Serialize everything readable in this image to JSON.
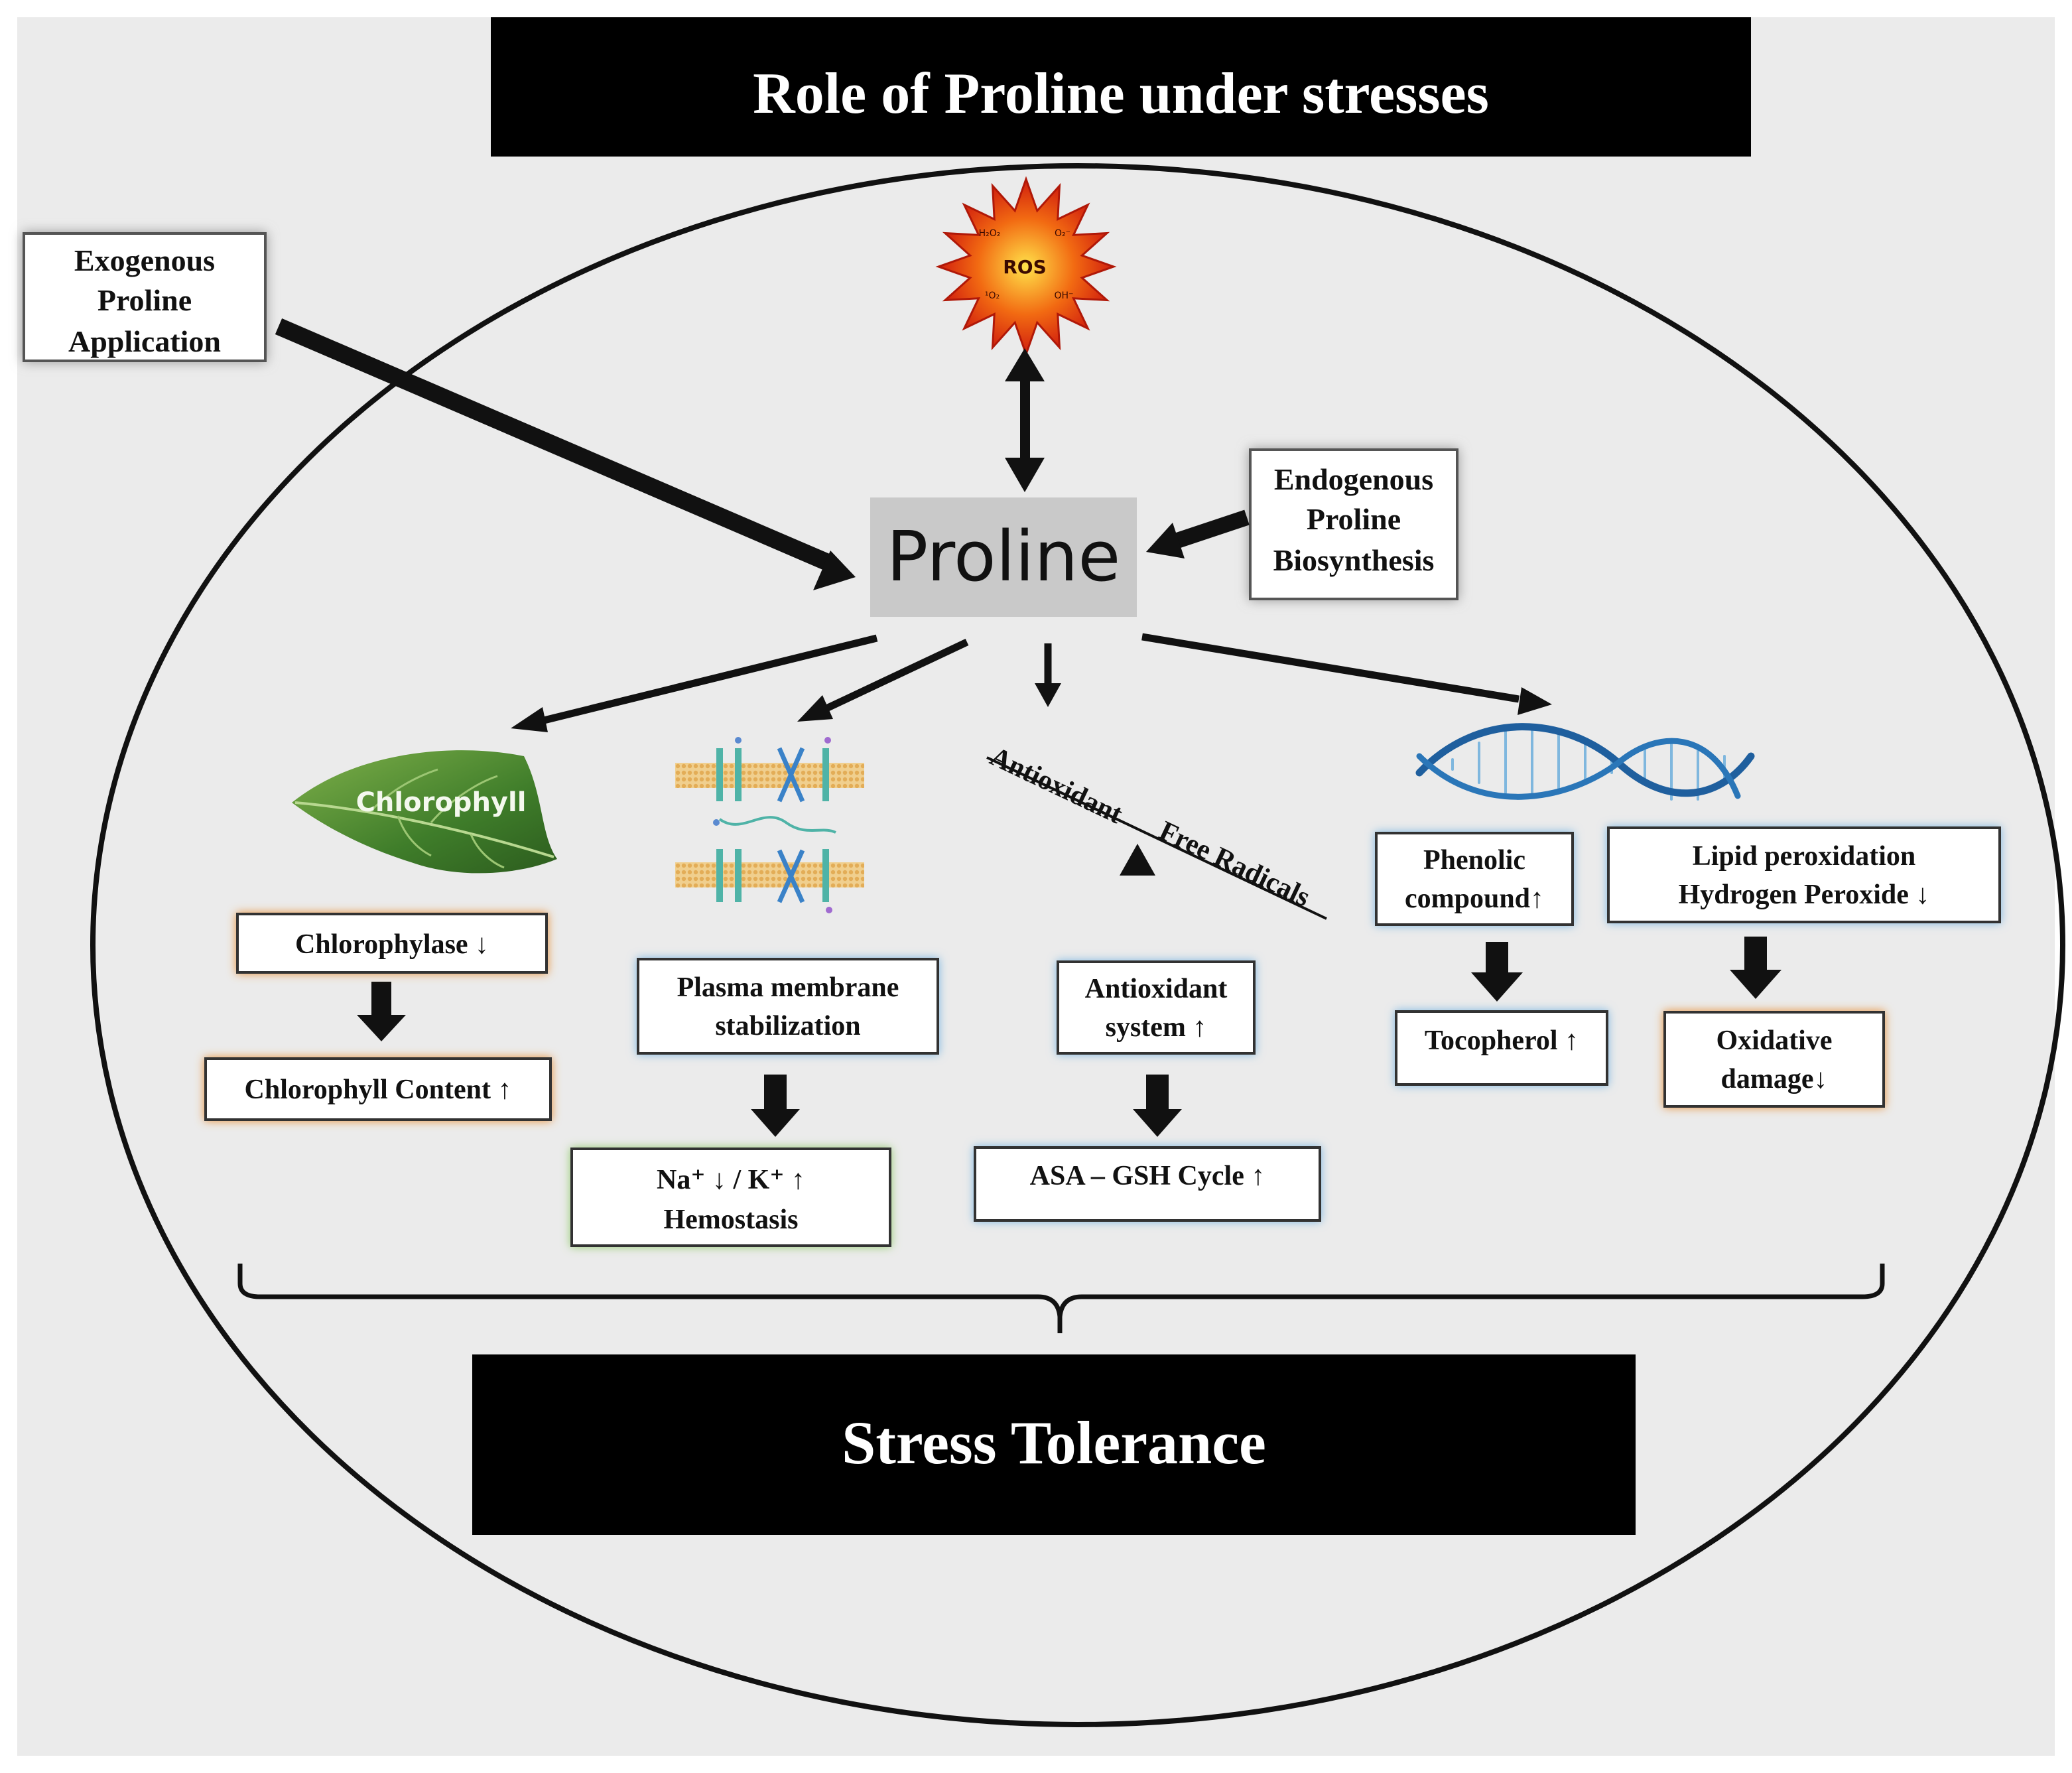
{
  "title": "Role of Proline under stresses",
  "center": "Proline",
  "footer": "Stress Tolerance",
  "inputs": {
    "exogenous": [
      "Exogenous",
      "Proline",
      "Application"
    ],
    "endogenous": [
      "Endogenous",
      "Proline",
      "Biosynthesis"
    ]
  },
  "ros": {
    "label": "ROS",
    "species": [
      "H₂O₂",
      "O₂⁻",
      "¹O₂",
      "OH⁻"
    ]
  },
  "images": {
    "leaf_label": "Chlorophyll",
    "balance_left": "Antioxidant",
    "balance_right": "Free Radicals"
  },
  "boxes": {
    "chlorophylase": [
      "Chlorophylase ↓"
    ],
    "chlorophyll_content": [
      "Chlorophyll  Content ↑"
    ],
    "plasma_membrane": [
      "Plasma membrane",
      "stabilization"
    ],
    "na_k": [
      "Na⁺ ↓ / K⁺ ↑",
      "Hemostasis"
    ],
    "antioxidant_system": [
      "Antioxidant",
      "system ↑"
    ],
    "asa_gsh": [
      "ASA – GSH Cycle ↑"
    ],
    "phenolic": [
      "Phenolic",
      "compound↑"
    ],
    "lipid": [
      "Lipid  peroxidation",
      "Hydrogen Peroxide ↓"
    ],
    "tocopherol": [
      "Tocopherol  ↑"
    ],
    "oxidative": [
      "Oxidative",
      "damage↓"
    ]
  },
  "colors": {
    "orange_glow": "#e89a4a",
    "blue_glow": "#8ec3e6",
    "green_glow": "#9bd07a",
    "background": "#ebebeb"
  }
}
